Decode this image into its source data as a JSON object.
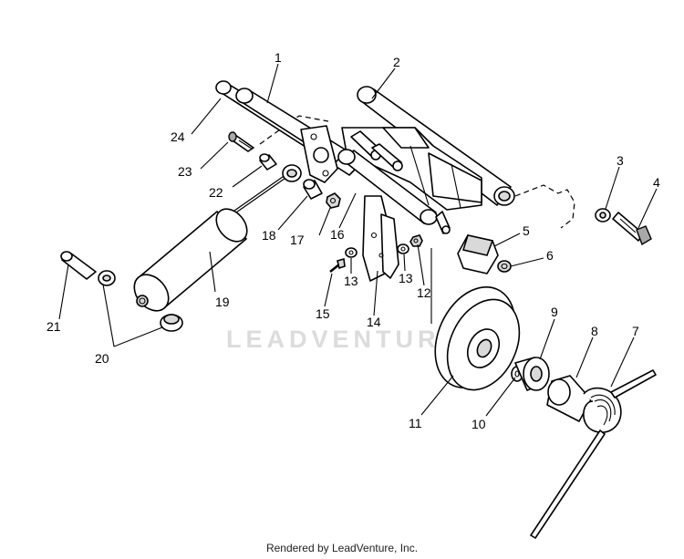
{
  "watermark": "LEADVENTURE",
  "footer": "Rendered by LeadVenture, Inc.",
  "callouts": {
    "c1": "1",
    "c2": "2",
    "c3": "3",
    "c4": "4",
    "c5": "5",
    "c6": "6",
    "c7": "7",
    "c8": "8",
    "c9": "9",
    "c10": "10",
    "c11": "11",
    "c12": "12",
    "c13a": "13",
    "c13b": "13",
    "c14": "14",
    "c15": "15",
    "c16": "16",
    "c17": "17",
    "c18": "18",
    "c19": "19",
    "c20": "20",
    "c21": "21",
    "c22": "22",
    "c23": "23",
    "c24": "24"
  }
}
